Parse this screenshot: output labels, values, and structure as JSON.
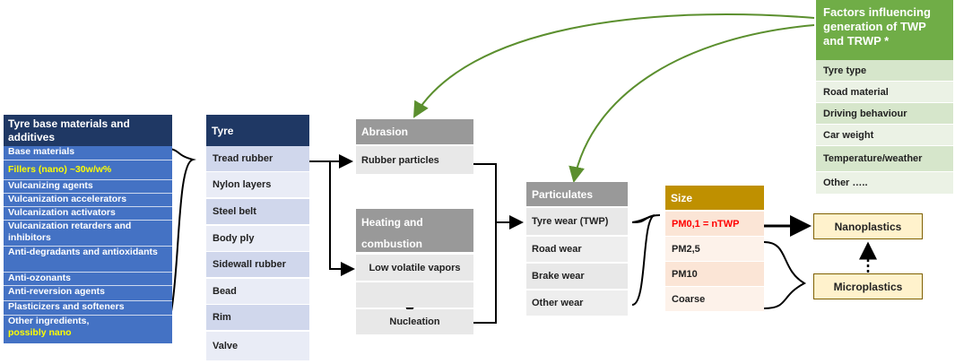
{
  "materials": {
    "title": "Tyre base materials and additives",
    "items": [
      {
        "label": "Base materials"
      },
      {
        "label": "Fillers (nano) ~30w/w%",
        "highlight": true
      },
      {
        "label": "Vulcanizing agents"
      },
      {
        "label": "Vulcanization accelerators"
      },
      {
        "label": "Vulcanization activators"
      },
      {
        "label": "Vulcanization retarders and inhibitors"
      },
      {
        "label": "Anti-degradants and antioxidants"
      },
      {
        "label": "Anti-ozonants"
      },
      {
        "label": "Anti-reversion agents"
      },
      {
        "label": "Plasticizers and softeners"
      },
      {
        "label": "Other ingredients,",
        "sub": "possibly nano"
      }
    ]
  },
  "tyre": {
    "title": "Tyre",
    "items": [
      "Tread rubber",
      "Nylon layers",
      "Steel belt",
      "Body ply",
      "Sidewall rubber",
      "Bead",
      "Rim",
      "Valve"
    ]
  },
  "abrasion": {
    "title": "Abrasion",
    "item": "Rubber particles"
  },
  "heating": {
    "title": "Heating and combustion",
    "item1": "Low volatile vapors",
    "item2": "Nucleation"
  },
  "particulates": {
    "title": "Particulates",
    "items": [
      "Tyre wear (TWP)",
      "Road wear",
      "Brake wear",
      "Other wear"
    ]
  },
  "size": {
    "title": "Size",
    "items": [
      "PM0,1 = nTWP",
      "PM2,5",
      "PM10",
      "Coarse"
    ]
  },
  "factors": {
    "title": "Factors influencing generation of TWP and TRWP *",
    "items": [
      "Tyre type",
      "Road material",
      "Driving behaviour",
      "Car weight",
      "Temperature/weather",
      "Other ….."
    ]
  },
  "plastics": {
    "nano": "Nanoplastics",
    "micro": "Microplastics"
  },
  "colors": {
    "navy": "#1f3864",
    "blue": "#4472c4",
    "green": "#70ad47",
    "gold": "#bf9000",
    "gray": "#999999",
    "nano_red": "#ff0000",
    "highlight_yellow": "#ffff00"
  }
}
